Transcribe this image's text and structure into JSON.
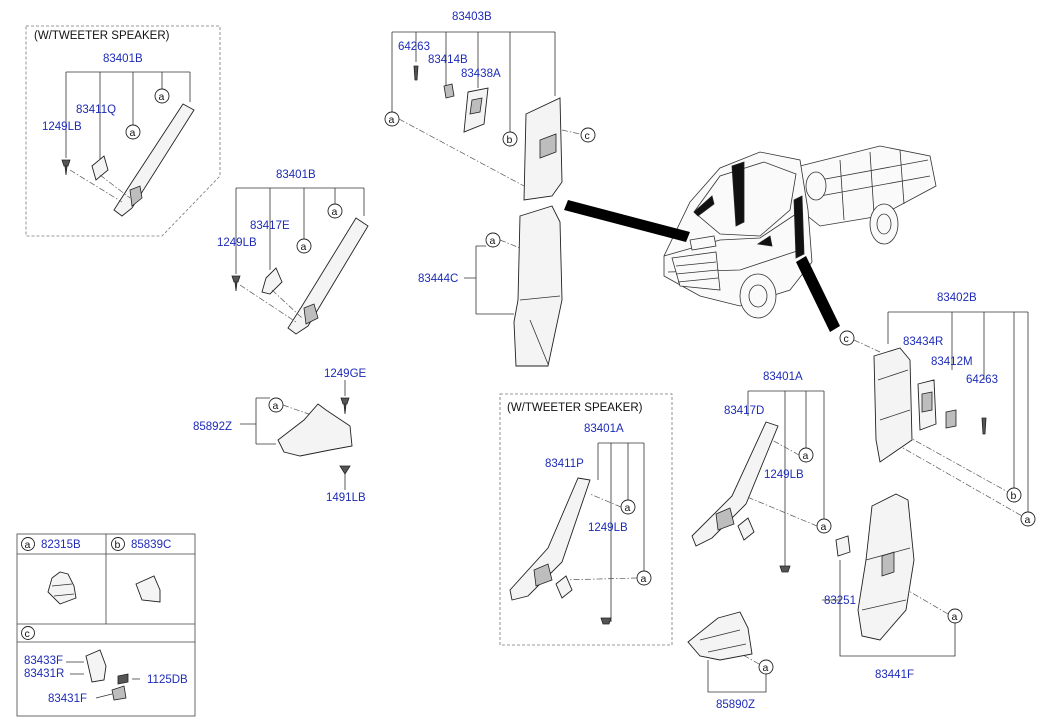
{
  "variant_label": "(W/TWEETER SPEAKER)",
  "callout_a": "a",
  "callout_b": "b",
  "callout_c": "c",
  "parts": {
    "p83401B_a": "83401B",
    "p83411Q": "83411Q",
    "p1249LB_a": "1249LB",
    "p83401B_b": "83401B",
    "p83417E": "83417E",
    "p1249LB_b": "1249LB",
    "p1249GE": "1249GE",
    "p85892Z": "85892Z",
    "p1491LB": "1491LB",
    "p83403B": "83403B",
    "p64263_a": "64263",
    "p83414B": "83414B",
    "p83438A": "83438A",
    "p83444C": "83444C",
    "p83402B": "83402B",
    "p83434R": "83434R",
    "p83412M": "83412M",
    "p64263_b": "64263",
    "p83401A_a": "83401A",
    "p83411P": "83411P",
    "p1249LB_c": "1249LB",
    "p83401A_b": "83401A",
    "p83417D": "83417D",
    "p1249LB_d": "1249LB",
    "p83251": "83251",
    "p83441F": "83441F",
    "p85890Z": "85890Z"
  },
  "legend": {
    "a_code": "82315B",
    "b_code": "85839C",
    "c_parts": [
      "83433F",
      "83431R",
      "1125DB",
      "83431F"
    ]
  }
}
